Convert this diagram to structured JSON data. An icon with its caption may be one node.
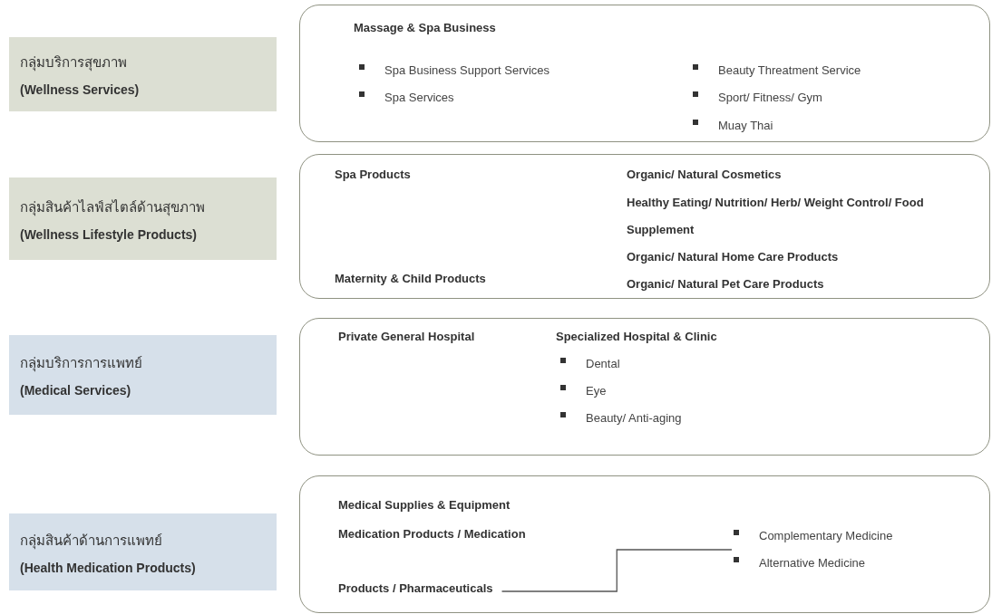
{
  "diagram": {
    "nodes": [
      {
        "text": [
          "กลุ่มบริการสุขภาพ",
          "(Wellness Services)"
        ]
      },
      {
        "text": [
          "Massage & Spa Business",
          "Spa Business Support Services",
          "Spa Services",
          "Beauty Threatment Service",
          "Sport/ Fitness/ Gym",
          "Muay Thai"
        ]
      },
      {
        "text": [
          "กลุ่มสินค้าไลฟ์สไตล์ด้านสุขภาพ",
          "(Wellness Lifestyle Products)"
        ]
      },
      {
        "text": [
          "Spa Products",
          "Organic/ Natural Cosmetics",
          "Healthy Eating/ Nutrition/ Herb/ Weight Control/ Food Supplement",
          "Organic/ Natural Home Care Products",
          "Maternity & Child Products",
          "Organic/ Natural Pet Care Products"
        ]
      },
      {
        "text": [
          "กลุ่มบริการการแพทย์",
          "(Medical Services)"
        ]
      },
      {
        "text": [
          "Private General Hospital",
          "Specialized Hospital & Clinic",
          "Dental",
          "Eye",
          "Beauty/ Anti-aging"
        ]
      },
      {
        "text": [
          "กลุ่มสินค้าด้านการแพทย์",
          "(Health Medication Products)"
        ]
      },
      {
        "text": [
          "Medical Supplies & Equipment",
          "Medication Products / Medication"
        ]
      },
      {
        "text": [
          "Products / Pharmaceuticals"
        ],
        "in": 7
      },
      {
        "text": [
          "Complementary Medicine",
          "Alternative Medicine"
        ],
        "in": 7
      }
    ],
    "edges": [
      {
        "from": 8,
        "to": 9,
        "arrow": "none"
      }
    ]
  }
}
